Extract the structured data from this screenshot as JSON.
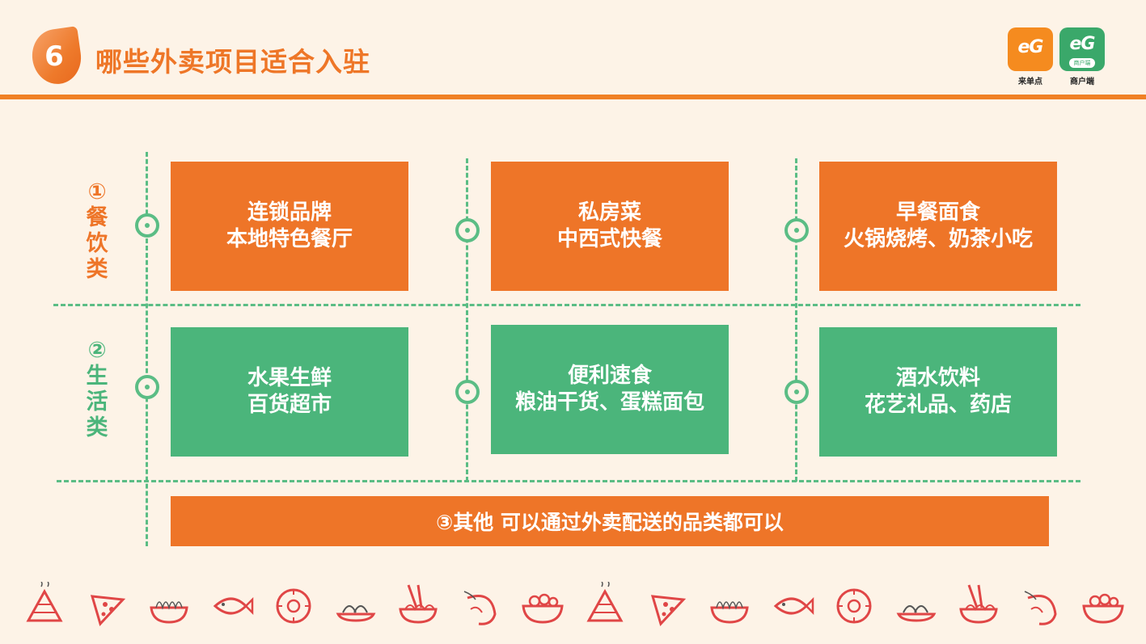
{
  "header": {
    "section_number": "6",
    "title": "哪些外卖项目适合入驻"
  },
  "apps": [
    {
      "logo_text": "eG",
      "badge": "",
      "caption": "来单点",
      "color": "#f58b1f"
    },
    {
      "logo_text": "eG",
      "badge": "商户端",
      "caption": "商户端",
      "color": "#3aa86a"
    }
  ],
  "categories": {
    "food": {
      "label": [
        "①",
        "餐",
        "饮",
        "类"
      ],
      "color": "#ee7528"
    },
    "life": {
      "label": [
        "②",
        "生",
        "活",
        "类"
      ],
      "color": "#4bb57b"
    }
  },
  "boxes": {
    "food": [
      [
        "连锁品牌",
        "本地特色餐厅"
      ],
      [
        "私房菜",
        "中西式快餐"
      ],
      [
        "早餐面食",
        "火锅烧烤、奶茶小吃"
      ]
    ],
    "life": [
      [
        "水果生鲜",
        "百货超市"
      ],
      [
        "便利速食",
        "粮油干货、蛋糕面包"
      ],
      [
        "酒水饮料",
        "花艺礼品、药店"
      ]
    ]
  },
  "other": "③其他  可以通过外卖配送的品类都可以",
  "food_icons": [
    "rice-dumpling-icon",
    "pizza-icon",
    "noodle-bowl-icon",
    "fish-icon",
    "flower-cake-icon",
    "dumpling-plate-icon",
    "noodle-chopsticks-icon",
    "shrimp-icon",
    "meatball-bowl-icon",
    "rice-dumpling-icon",
    "pizza-icon",
    "noodle-bowl-icon",
    "fish-icon",
    "flower-cake-icon",
    "dumpling-plate-icon",
    "noodle-chopsticks-icon",
    "shrimp-icon",
    "meatball-bowl-icon"
  ],
  "colors": {
    "accent_orange": "#ee7528",
    "accent_green": "#4bb57b",
    "icon_red": "#e04646"
  }
}
